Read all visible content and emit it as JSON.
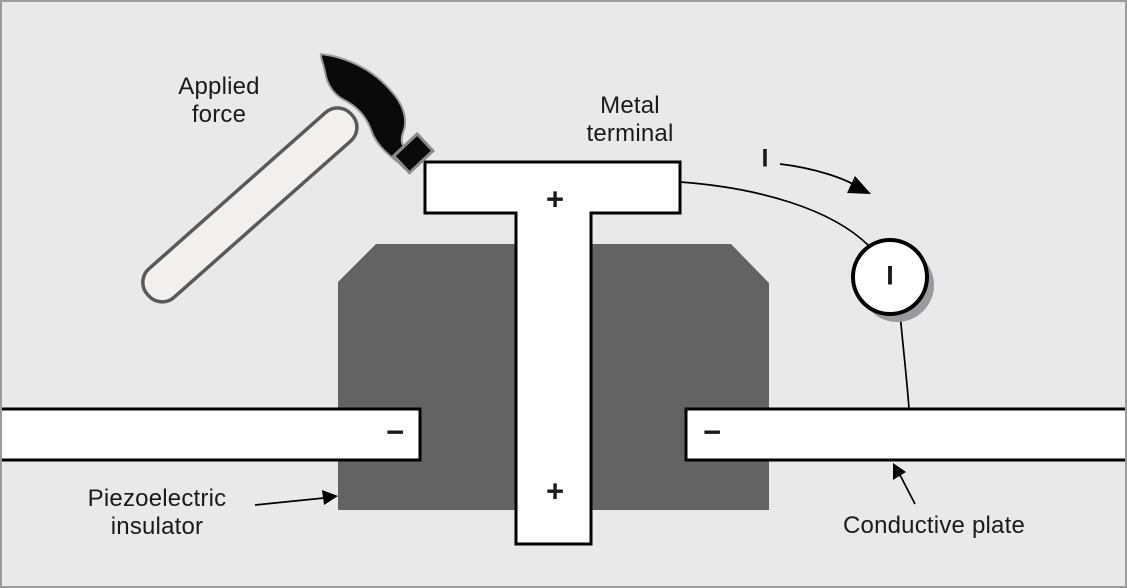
{
  "colors": {
    "bg": "#e9e9e9",
    "frame": "#9b9b9b",
    "ink": "#1a1a1a",
    "insulator": "#636363",
    "shape-fill": "#ffffff",
    "outline": "#000000",
    "shadow": "#9a9a9e",
    "handle-fill": "#f1f0ef",
    "handle-stroke": "#58595b",
    "head-fill": "#0a0a0a",
    "cap-stroke": "#8a8a8a"
  },
  "labels": {
    "applied_force": "Applied\nforce",
    "metal_terminal": "Metal\nterminal",
    "piezoelectric_insulator": "Piezoelectric\ninsulator",
    "conductive_plate": "Conductive plate",
    "current": "I",
    "meter_current": "I"
  },
  "symbols": {
    "terminal_top_charge": "+",
    "terminal_bottom_charge": "+",
    "left_plate_charge": "−",
    "right_plate_charge": "−"
  }
}
